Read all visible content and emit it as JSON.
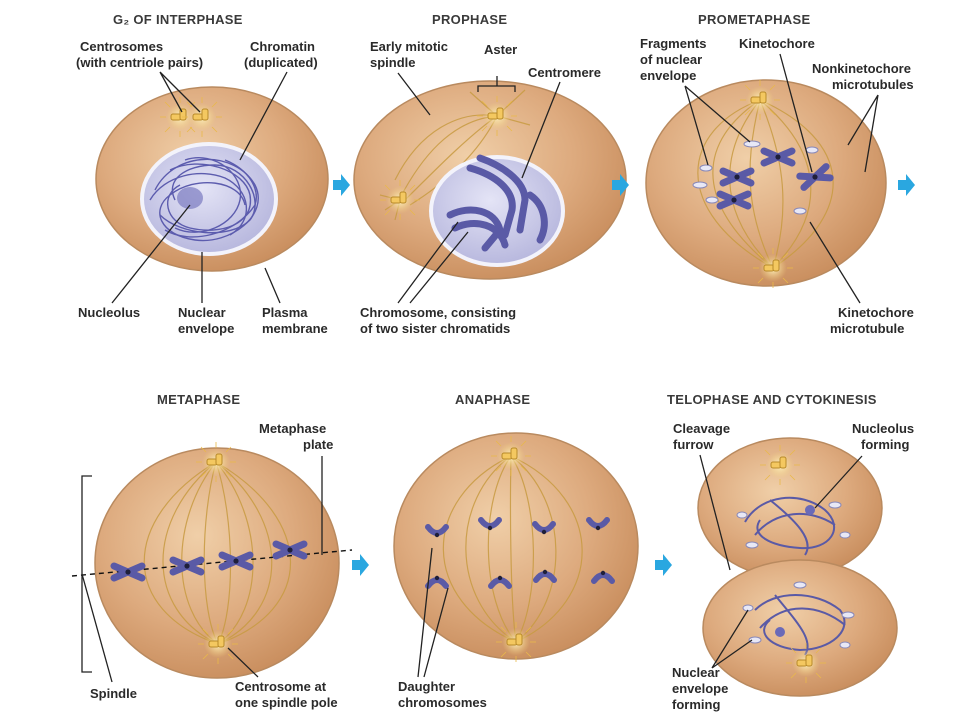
{
  "stages": {
    "g2": {
      "title": "G₂ OF INTERPHASE",
      "labels": {
        "centrosomes_1": "Centrosomes",
        "centrosomes_2": "(with centriole pairs)",
        "chromatin_1": "Chromatin",
        "chromatin_2": "(duplicated)",
        "nucleolus": "Nucleolus",
        "nuclear_envelope_1": "Nuclear",
        "nuclear_envelope_2": "envelope",
        "plasma_membrane_1": "Plasma",
        "plasma_membrane_2": "membrane"
      }
    },
    "prophase": {
      "title": "PROPHASE",
      "labels": {
        "spindle_1": "Early mitotic",
        "spindle_2": "spindle",
        "aster": "Aster",
        "centromere": "Centromere",
        "chromosome_1": "Chromosome, consisting",
        "chromosome_2": "of two sister chromatids"
      }
    },
    "prometaphase": {
      "title": "PROMETAPHASE",
      "labels": {
        "fragments_1": "Fragments",
        "fragments_2": "of nuclear",
        "fragments_3": "envelope",
        "kinetochore": "Kinetochore",
        "nonkinetochore_1": "Nonkinetochore",
        "nonkinetochore_2": "microtubules",
        "kinetochore_mt_1": "Kinetochore",
        "kinetochore_mt_2": "microtubule"
      }
    },
    "metaphase": {
      "title": "METAPHASE",
      "labels": {
        "plate_1": "Metaphase",
        "plate_2": "plate",
        "spindle": "Spindle",
        "centrosome_1": "Centrosome at",
        "centrosome_2": "one spindle pole"
      }
    },
    "anaphase": {
      "title": "ANAPHASE",
      "labels": {
        "daughter_1": "Daughter",
        "daughter_2": "chromosomes"
      }
    },
    "telophase": {
      "title": "TELOPHASE AND CYTOKINESIS",
      "labels": {
        "cleavage_1": "Cleavage",
        "cleavage_2": "furrow",
        "nucleolus_1": "Nucleolus",
        "nucleolus_2": "forming",
        "envelope_1": "Nuclear",
        "envelope_2": "envelope",
        "envelope_3": "forming"
      }
    }
  },
  "colors": {
    "cell_fill": "#d9a97e",
    "cell_stroke": "#b98a5f",
    "chromosome": "#5a5aa6",
    "nuclear_envelope": "#dcdcf0",
    "microtubule": "#c89b42",
    "centrosome": "#f2c75a",
    "arrow": "#2aa7e0"
  }
}
